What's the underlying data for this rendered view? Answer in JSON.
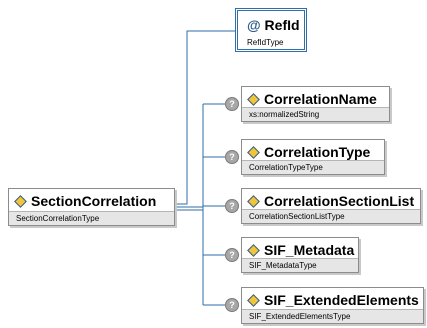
{
  "root": {
    "name": "SectionCorrelation",
    "type": "SectionCorrelationType"
  },
  "ref": {
    "name": "RefId",
    "type": "RefIdType",
    "icon": "at-sign-icon"
  },
  "children": [
    {
      "name": "CorrelationName",
      "type": "xs:normalizedString",
      "optional": "?"
    },
    {
      "name": "CorrelationType",
      "type": "CorrelationTypeType",
      "optional": "?"
    },
    {
      "name": "CorrelationSectionList",
      "type": "CorrelationSectionListType",
      "optional": "?"
    },
    {
      "name": "SIF_Metadata",
      "type": "SIF_MetadataType",
      "optional": "?"
    },
    {
      "name": "SIF_ExtendedElements",
      "type": "SIF_ExtendedElementsType",
      "optional": "?"
    }
  ],
  "colors": {
    "connector": "#2f6ea7",
    "box_border": "#8c8c8c",
    "type_band": "#e6e6e6",
    "diamond": "#f2c43a"
  }
}
